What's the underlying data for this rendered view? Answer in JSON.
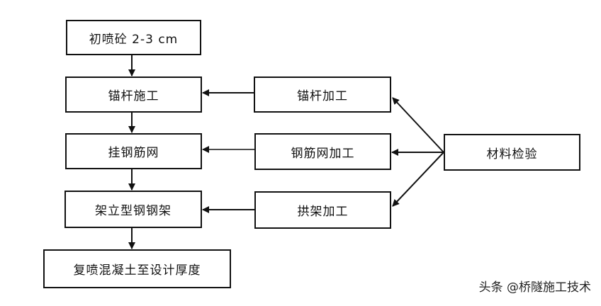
{
  "flow": {
    "initial_spray": "初喷砼 2-3 cm",
    "bolt_construction": "锚杆施工",
    "hang_mesh": "挂钢筋网",
    "erect_arch": "架立型钢钢架",
    "final_spray": "复喷混凝土至设计厚度"
  },
  "processing": {
    "bolt_processing": "锚杆加工",
    "mesh_processing": "钢筋网加工",
    "arch_processing": "拱架加工"
  },
  "inspection": {
    "material_check": "材料检验"
  },
  "watermark": "头条 @桥隧施工技术",
  "colors": {
    "line": "#111111",
    "background": "#ffffff"
  }
}
